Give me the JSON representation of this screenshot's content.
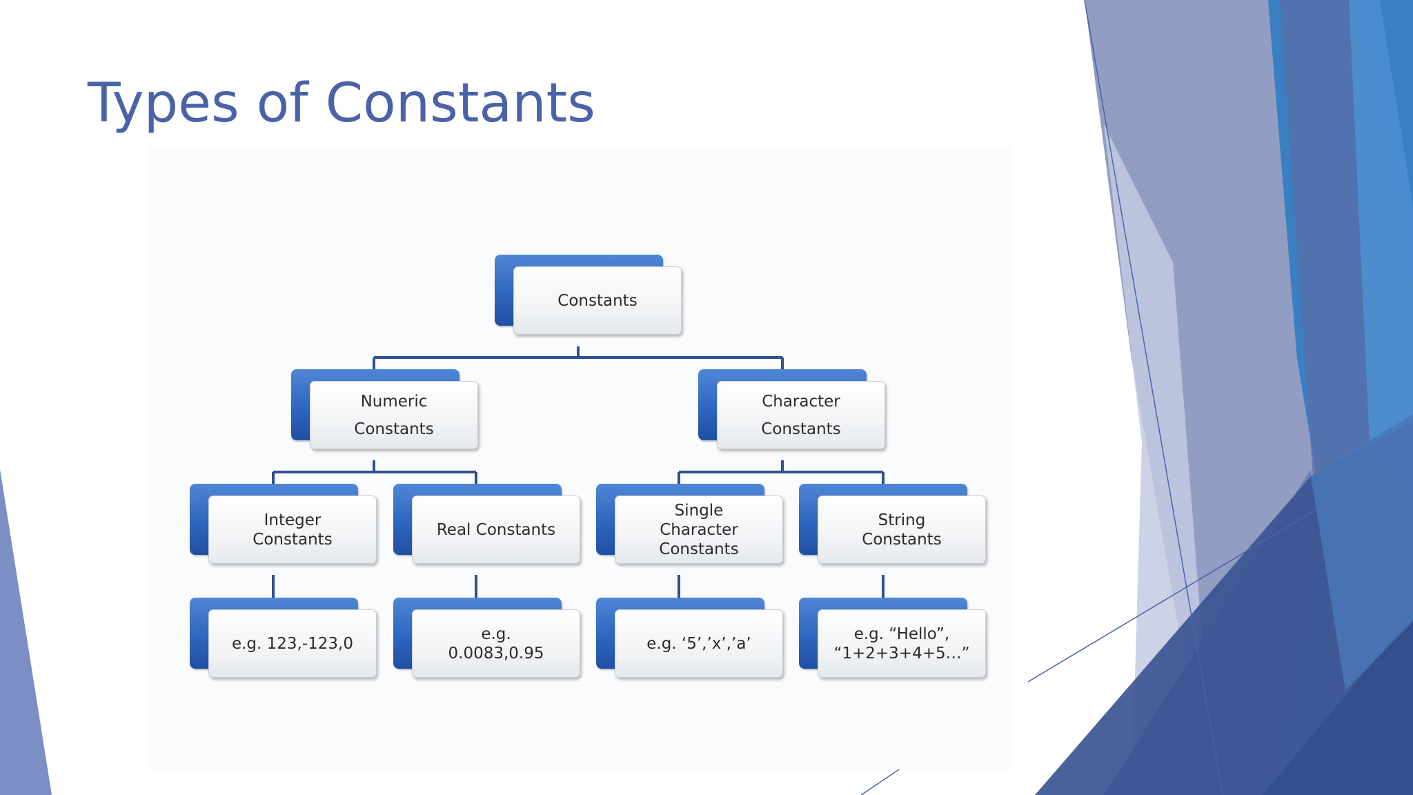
{
  "slide": {
    "title": "Types of Constants"
  },
  "colors": {
    "title": "#4a62a8",
    "node_back": "#2f66bf",
    "connector": "#2f4f8f",
    "decor_light": "#8b98bf",
    "decor_mid": "#5a6ea6",
    "decor_blue": "#3a7fc1",
    "decor_dark": "#3b5592"
  },
  "diagram": {
    "root": {
      "label": "Constants"
    },
    "level1": [
      {
        "label": "Numeric\nConstants"
      },
      {
        "label": "Character\nConstants"
      }
    ],
    "level2": [
      {
        "label": "Integer\nConstants"
      },
      {
        "label": "Real Constants"
      },
      {
        "label": "Single\nCharacter\nConstants"
      },
      {
        "label": "String\nConstants"
      }
    ],
    "examples": [
      {
        "label": "e.g. 123,-123,0"
      },
      {
        "label": "e.g.\n0.0083,0.95"
      },
      {
        "label": "e.g. ‘5’,’x’,’a’"
      },
      {
        "label": "e.g. “Hello”,\n“1+2+3+4+5…”"
      }
    ]
  }
}
